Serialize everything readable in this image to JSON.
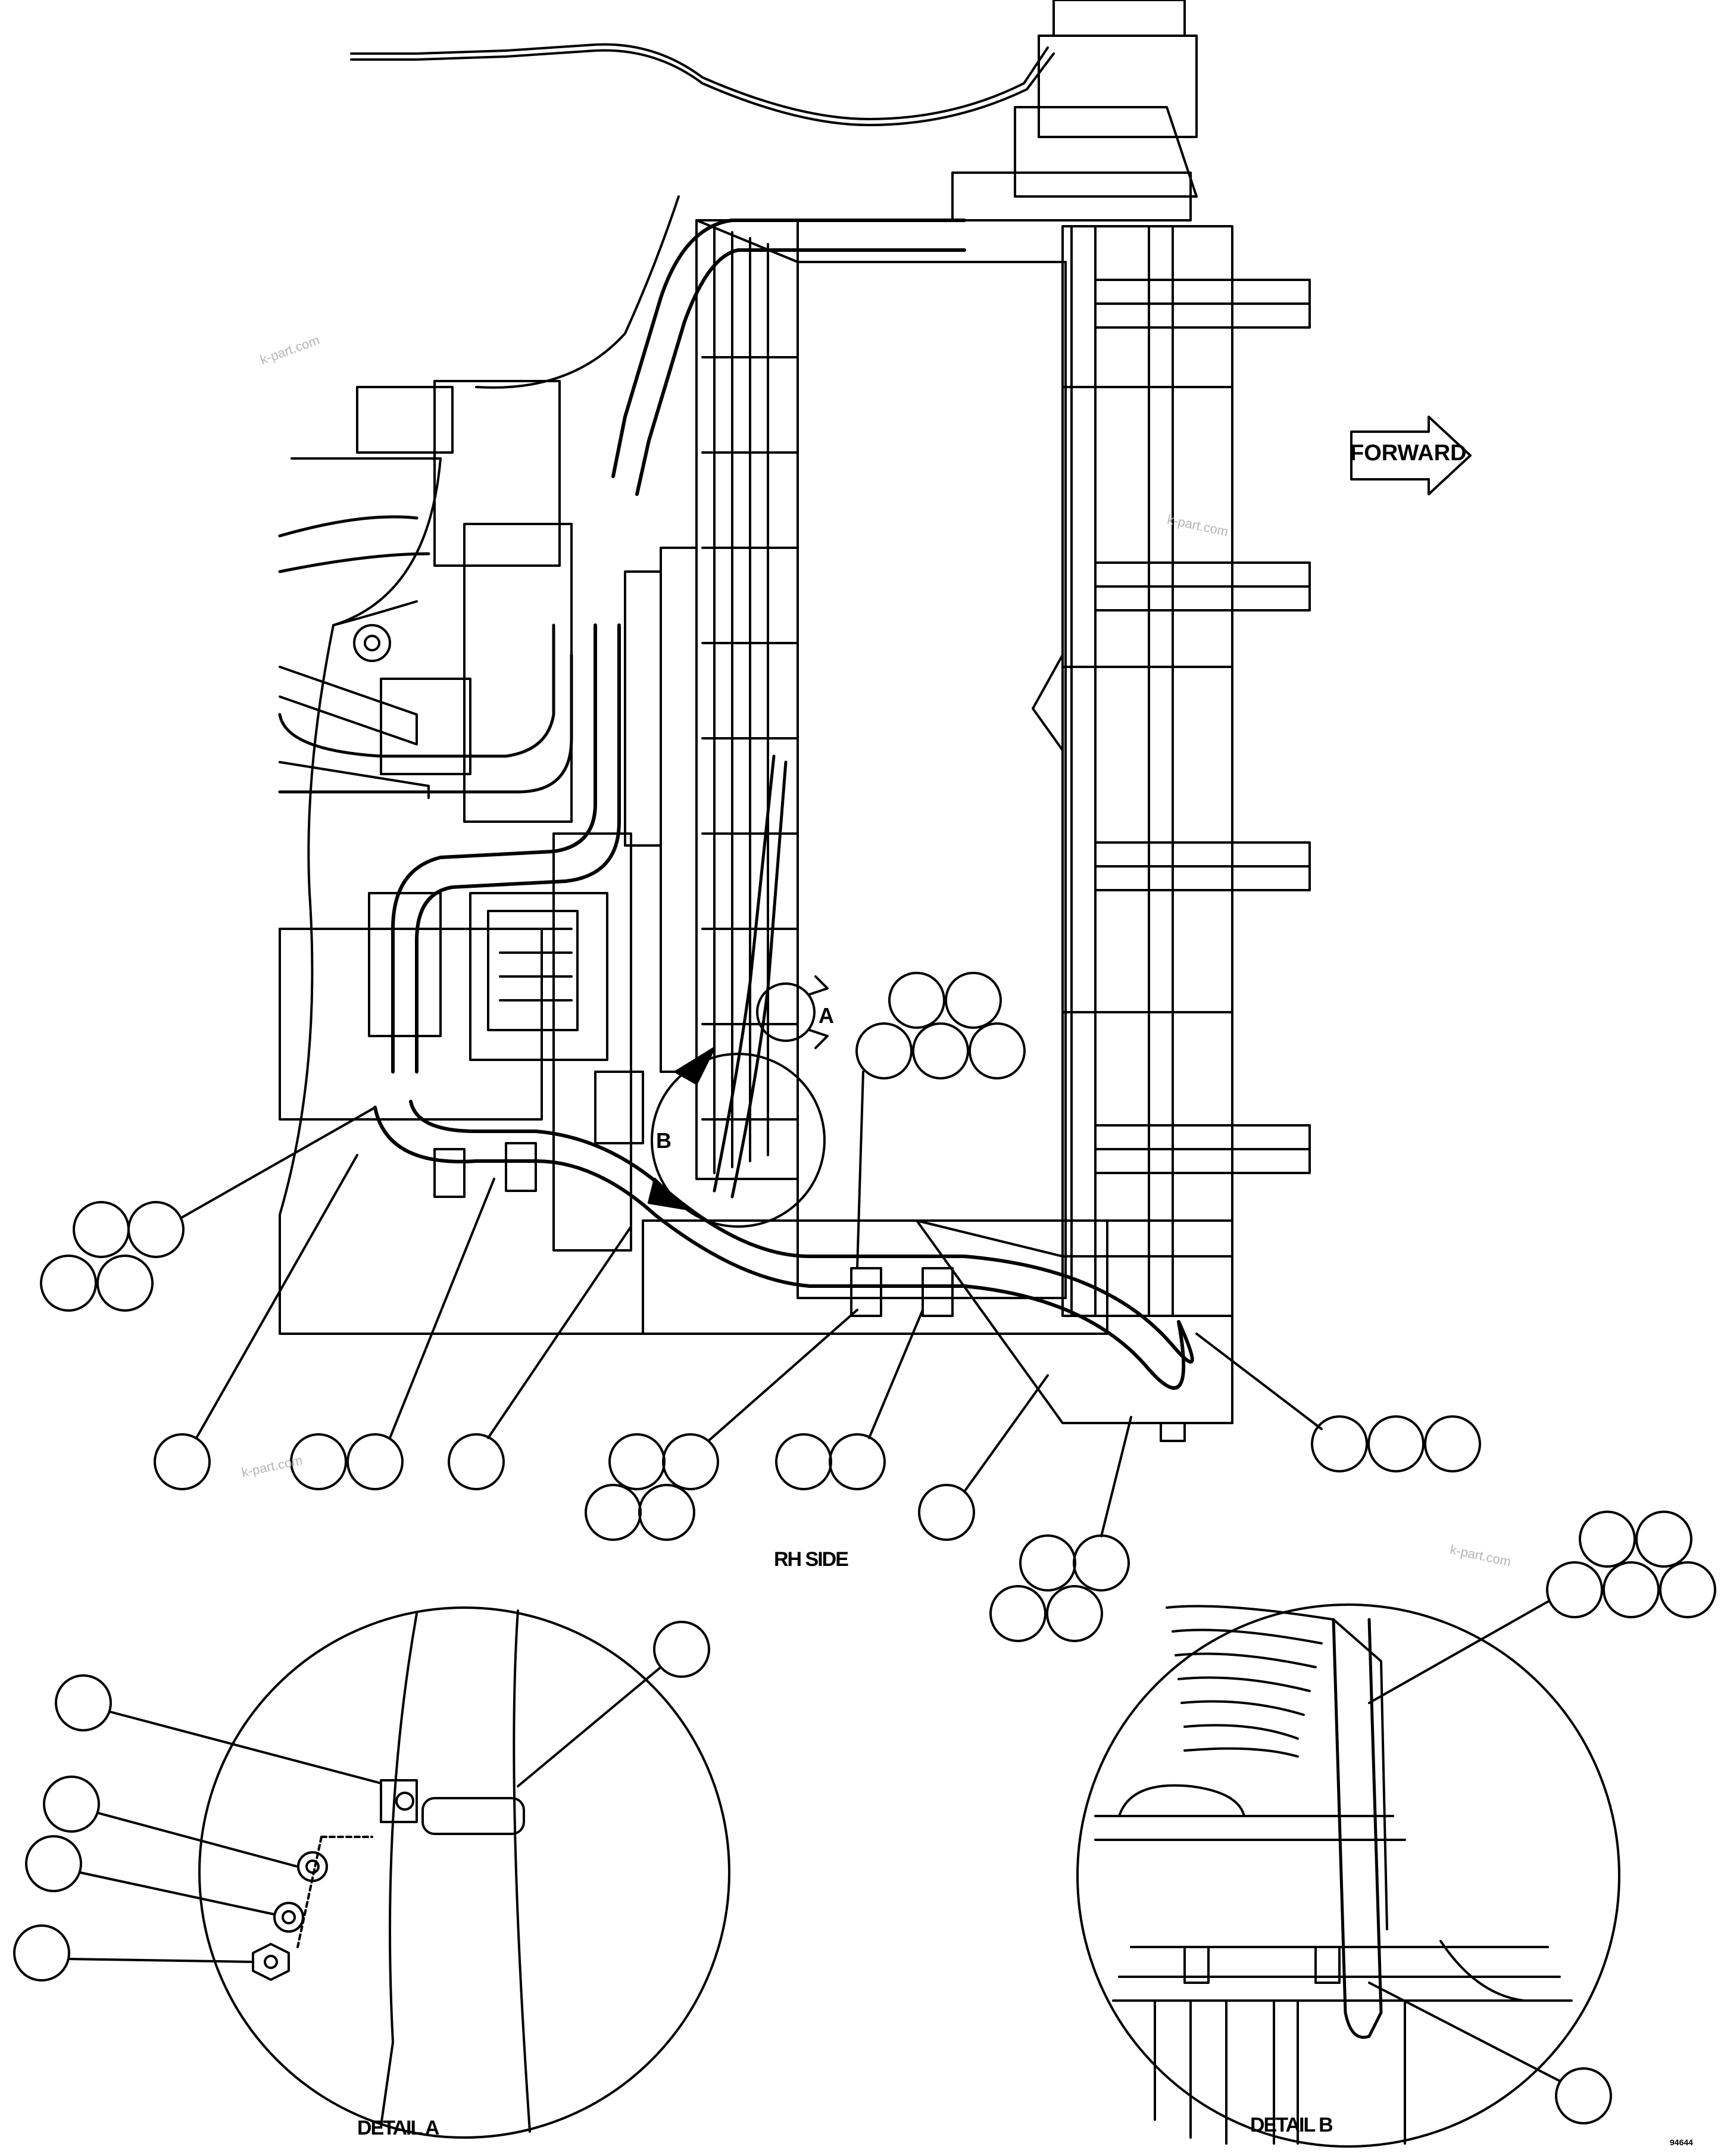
{
  "main_view": {
    "caption": "RH SIDE",
    "direction_label": "FORWARD"
  },
  "detail_labels": {
    "a": "A",
    "b": "B"
  },
  "detail_a": {
    "caption": "DETAIL A"
  },
  "detail_b": {
    "caption": "DETAIL B"
  },
  "drawing_number": "94644",
  "watermarks": [
    "k-part.com",
    "k-part.com",
    "k-part.com",
    "k-part.com"
  ],
  "colors": {
    "line": "#000000",
    "background": "#ffffff",
    "watermark": "#b5b5b5"
  }
}
